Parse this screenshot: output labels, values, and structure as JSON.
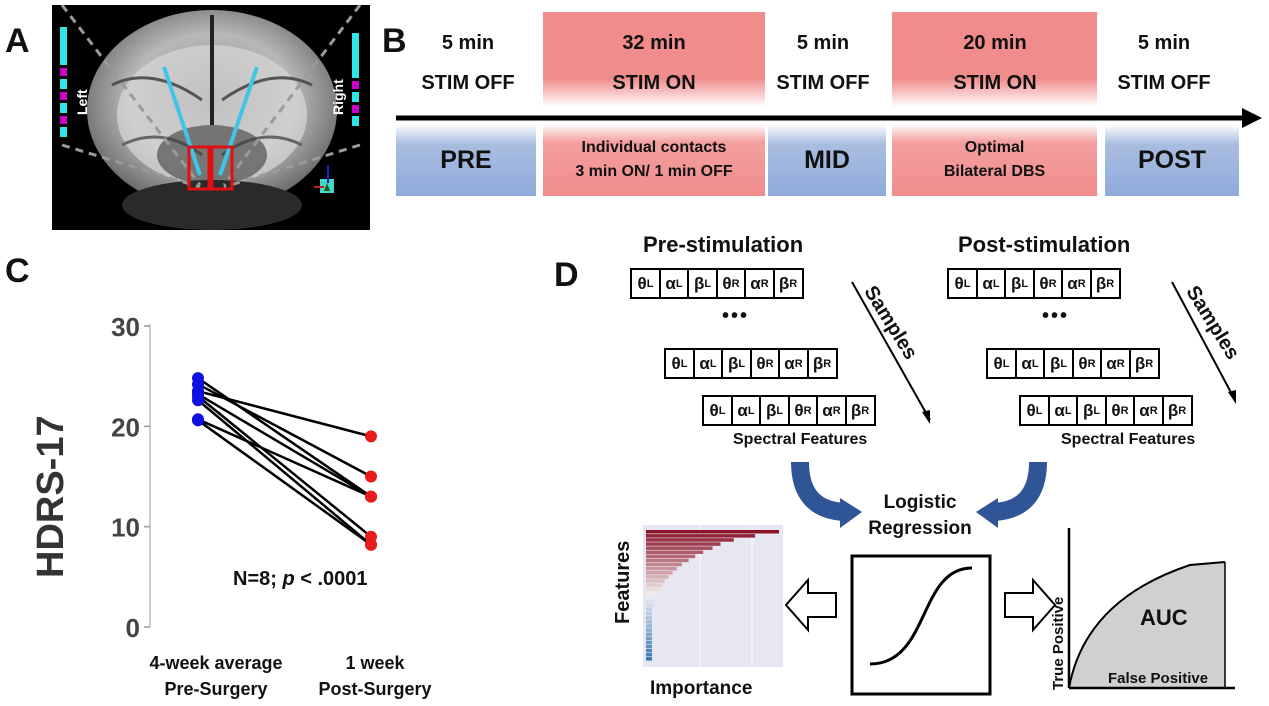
{
  "panels": {
    "a": "A",
    "b": "B",
    "c": "C",
    "d": "D"
  },
  "panel_a": {
    "left_label": "Left",
    "right_label": "Right"
  },
  "panel_b": {
    "phases": [
      {
        "duration": "5 min",
        "state": "STIM OFF",
        "box": "PRE",
        "color": "blue"
      },
      {
        "duration": "32 min",
        "state": "STIM ON",
        "box_line1": "Individual contacts",
        "box_line2": "3 min ON/ 1 min OFF",
        "color": "red"
      },
      {
        "duration": "5 min",
        "state": "STIM OFF",
        "box": "MID",
        "color": "blue"
      },
      {
        "duration": "20 min",
        "state": "STIM ON",
        "box_line1": "Optimal",
        "box_line2": "Bilateral DBS",
        "color": "red"
      },
      {
        "duration": "5 min",
        "state": "STIM OFF",
        "box": "POST",
        "color": "blue"
      }
    ]
  },
  "chart_data": {
    "type": "scatter",
    "ylabel": "HDRS-17",
    "ylim": [
      0,
      30
    ],
    "yticks": [
      "0",
      "10",
      "20",
      "30"
    ],
    "categories": [
      "4-week average Pre-Surgery",
      "1 week Post-Surgery"
    ],
    "xlabels": [
      [
        "4-week average",
        "Pre-Surgery"
      ],
      [
        "1 week",
        "Post-Surgery"
      ]
    ],
    "annotation": {
      "prefix": "N=8; ",
      "p": "p",
      "suffix": " < .0001"
    },
    "pre_color": "#1010e0",
    "post_color": "#e81c1c",
    "subjects": [
      {
        "pre": 24.8,
        "post": 13.0
      },
      {
        "pre": 24.2,
        "post": 15.0
      },
      {
        "pre": 23.5,
        "post": 19.0
      },
      {
        "pre": 23.2,
        "post": 13.0
      },
      {
        "pre": 23.0,
        "post": 9.0
      },
      {
        "pre": 22.6,
        "post": 8.2
      },
      {
        "pre": 20.7,
        "post": 13.0
      },
      {
        "pre": 20.6,
        "post": 8.2
      }
    ]
  },
  "panel_d": {
    "pre_title": "Pre-stimulation",
    "post_title": "Post-stimulation",
    "samples_label": "Samples",
    "ellipsis": "•••",
    "spectral_label": "Spectral Features",
    "features": [
      {
        "sym": "θ",
        "sub": "L"
      },
      {
        "sym": "α",
        "sub": "L"
      },
      {
        "sym": "β",
        "sub": "L"
      },
      {
        "sym": "θ",
        "sub": "R"
      },
      {
        "sym": "α",
        "sub": "R"
      },
      {
        "sym": "β",
        "sub": "R"
      }
    ],
    "logistic_line1": "Logistic",
    "logistic_line2": "Regression",
    "features_axis": "Features",
    "importance_axis": "Importance",
    "importance_values": [
      1.0,
      0.82,
      0.66,
      0.56,
      0.5,
      0.43,
      0.37,
      0.32,
      0.27,
      0.23,
      0.2,
      0.17,
      0.14,
      0.12,
      0.1,
      0.08,
      0.07,
      0.06,
      0.05,
      0.04,
      0.035,
      0.03,
      0.025,
      0.02,
      0.018,
      0.016,
      0.014,
      0.012,
      0.01,
      0.01,
      0.01,
      0.01
    ],
    "auc_label": "AUC",
    "roc_y": "True Positive",
    "roc_x": "False Positive"
  }
}
